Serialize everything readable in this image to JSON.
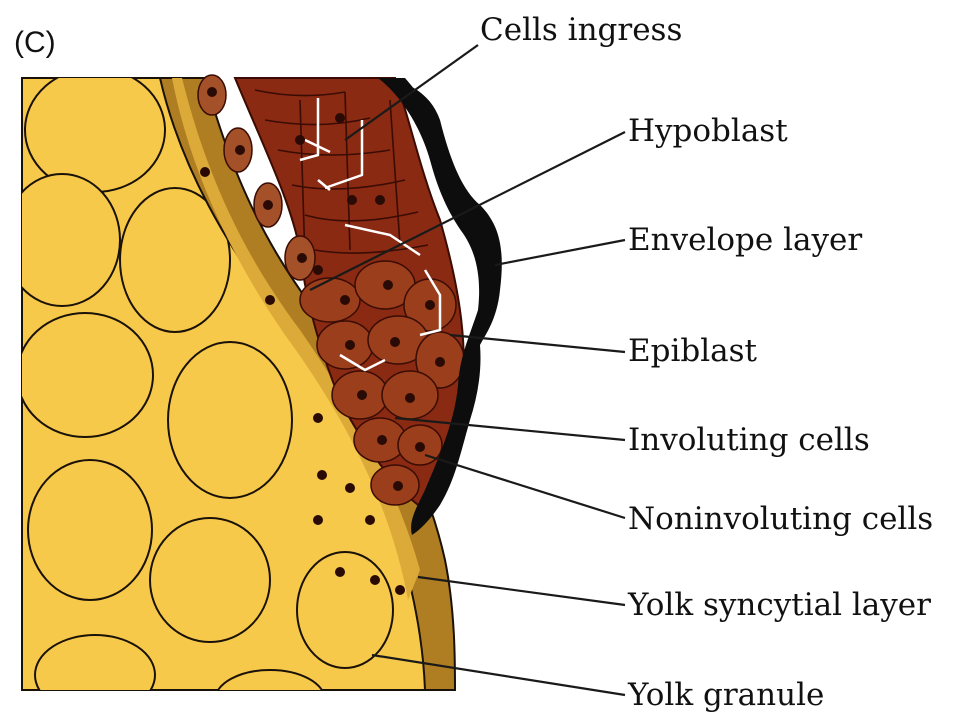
{
  "panel_label": "(C)",
  "labels": {
    "cells_ingress": "Cells ingress",
    "hypoblast": "Hypoblast",
    "envelope_layer": "Envelope layer",
    "epiblast": "Epiblast",
    "involuting_cells": "Involuting cells",
    "noninvoluting_cells": "Noninvoluting cells",
    "yolk_syncytial_layer": "Yolk syncytial layer",
    "yolk_granule": "Yolk granule"
  },
  "colors": {
    "yolk_fill": "#f7c94a",
    "yolk_outline": "#1a1208",
    "ysl_fill": "#b07e22",
    "ysl_light": "#dcaa38",
    "hypoblast_fill": "#8a2a12",
    "epiblast_fill": "#9a3e1c",
    "involuting_fill": "#a4512a",
    "envelope_fill": "#0d0d0d",
    "nucleus": "#2a0a04"
  }
}
